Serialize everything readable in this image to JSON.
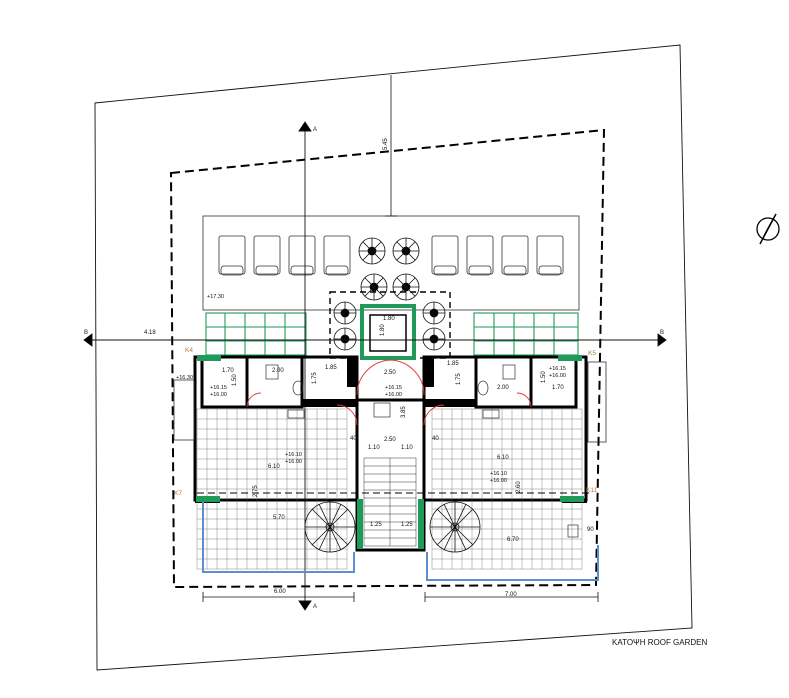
{
  "drawing": {
    "title": "ΚΑΤΟΨΗ ROOF GARDEN"
  },
  "section_marks": {
    "a": "A",
    "b": "B"
  },
  "column_tags": {
    "k4": "K4",
    "k5": "K5",
    "k7": "K7",
    "k11": "K11"
  },
  "dimensions": {
    "d545": "5.45",
    "d418": "4.18",
    "d180a": "1.80",
    "d180b": "1.80",
    "d185a": "1.85",
    "d185b": "1.85",
    "d170a": "1.70",
    "d170b": "1.70",
    "d200a": "2.00",
    "d200b": "2.00",
    "d150a": "1.50",
    "d150b": "1.50",
    "d175a": "1.75",
    "d175b": "1.75",
    "d250a": "2.50",
    "d250b": "2.50",
    "d385": "3.85",
    "d110a": "1.10",
    "d110b": "1.10",
    "d125a": "1.25",
    "d125b": "1.25",
    "d610a": "6.10",
    "d610b": "6.10",
    "d275": "2.75",
    "d260": "2.60",
    "d570": "5.70",
    "d670": "6.70",
    "d90": "90",
    "d600": "6.00",
    "d700": "7.00",
    "d40a": "40",
    "d40b": "40"
  },
  "levels": {
    "l1730": "+17.30",
    "l1630": "+16.30",
    "l1615l": "+16.15",
    "l1600l": "+16.00",
    "l1615c": "+16.15",
    "l1600c": "+16.00",
    "l1615r": "+16.15",
    "l1600r": "+16.00",
    "l1610l": "+16.10",
    "l1600l2": "+16.00",
    "l1610r": "+16.10",
    "l1600r2": "+16.00"
  },
  "colors": {
    "line": "#111111",
    "wall": "#000000",
    "planter": "#1f9a5b",
    "terrace": "#5b8fd4",
    "dimension_tag": "#b8773a"
  },
  "icons": [
    "north-arrow-icon",
    "section-arrow-icon",
    "tree-icon",
    "sunbed-icon",
    "spiral-stair-icon"
  ]
}
